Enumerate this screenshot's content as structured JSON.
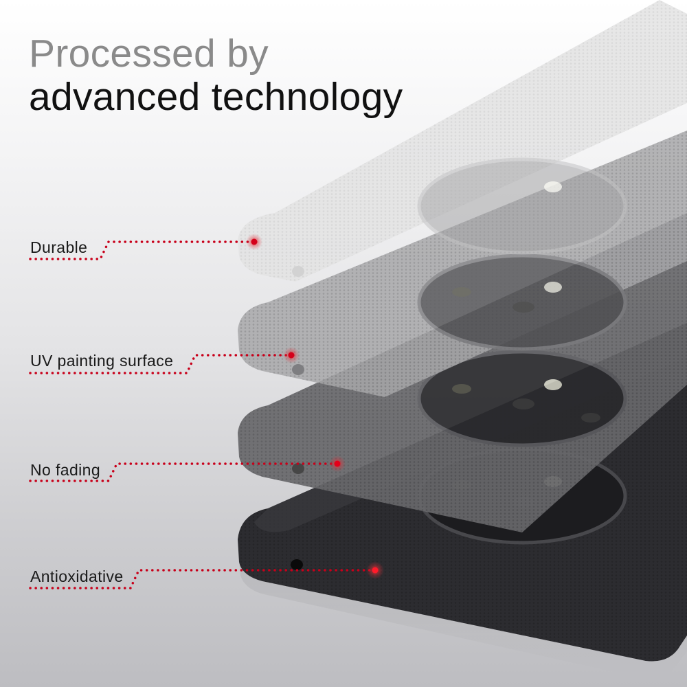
{
  "title": {
    "line1": "Processed by",
    "line2": "advanced technology"
  },
  "colors": {
    "title_line1": "#8a8a8a",
    "title_line2": "#111111",
    "callout_dot": "#c8001a",
    "callout_glow": "#e0303a",
    "case_layer_1": "#e6e6e6",
    "case_layer_2": "#a9a9ab",
    "case_layer_3": "#6a6a6d",
    "case_layer_4": "#2f2f33"
  },
  "callouts": [
    {
      "label": "Durable",
      "layer": 1
    },
    {
      "label": "UV painting surface",
      "layer": 2
    },
    {
      "label": "No fading",
      "layer": 3
    },
    {
      "label": "Antioxidative",
      "layer": 4
    }
  ]
}
